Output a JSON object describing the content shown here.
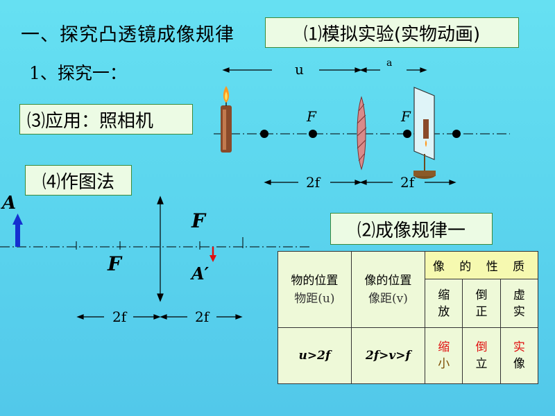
{
  "heading": "一、探究凸透镜成像规律",
  "boxes": {
    "simulation": "⑴模拟实验(实物动画)",
    "application": "⑶应用：照相机",
    "drawing": "⑷作图法",
    "rule": "⑵成像规律一"
  },
  "subheading": "1、探究一：",
  "diagram_top": {
    "u_label": "u",
    "v_label": "a",
    "focus_left": "F",
    "focus_right": "F",
    "twof_left": "2f",
    "twof_right": "2f"
  },
  "diagram_bottom": {
    "object_label": "A",
    "image_label": "A′",
    "focus_top": "F",
    "focus_bottom": "F",
    "twof_left": "2f",
    "twof_right": "2f"
  },
  "table": {
    "col1_title": "物的位置",
    "col1_sub": "物距(u)",
    "col2_title": "像的位置",
    "col2_sub": "像距(v)",
    "nature_title": "像 的 性 质",
    "nature_cols": [
      "缩放",
      "倒正",
      "虚实"
    ],
    "row_u": "u>2f",
    "row_v": "2f>v>f",
    "results": [
      {
        "top": "缩",
        "bottom": "小"
      },
      {
        "top": "倒",
        "bottom": "立"
      },
      {
        "top": "实",
        "bottom": "像"
      }
    ]
  },
  "colors": {
    "background": "#5cd6ee",
    "box_fill": "#ecfbe4",
    "table_fill": "#eef9d8",
    "object_arrow": "#1530d0",
    "image_arrow": "#e01010",
    "result_red": "#e01010",
    "result_brown": "#7a4a00"
  }
}
